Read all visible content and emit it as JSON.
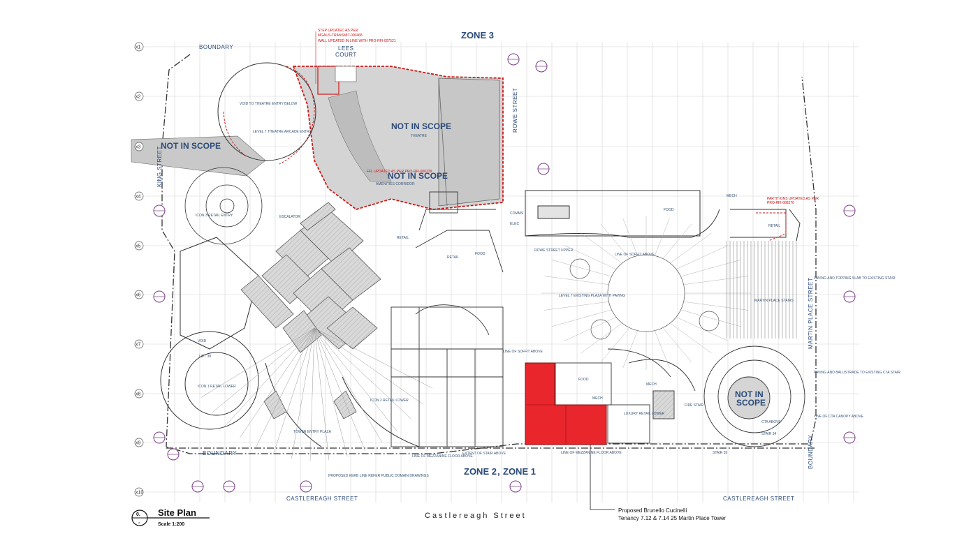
{
  "title_block": {
    "number": "0.",
    "dash": "-",
    "title": "Site Plan",
    "scale": "Scale 1:200"
  },
  "zones": {
    "zone3": "ZONE 3",
    "zone2": "ZONE 2",
    "sep": ",",
    "zone1": "ZONE 1"
  },
  "not_in_scope": "NOT IN SCOPE",
  "not_in": "NOT IN",
  "scope": "SCOPE",
  "streets": {
    "king": "KING STREET",
    "rowe": "ROWE STREET",
    "martin": "MARTIN PLACE STREET",
    "castlereagh_left": "CASTLEREAGH STREET",
    "castlereagh_right": "CASTLEREAGH STREET",
    "castlereagh_big": "Castlereagh Street",
    "lees_court_1": "LEES",
    "lees_court_2": "COURT"
  },
  "boundary": "BOUNDARY",
  "grid_labels": [
    "x1",
    "x2",
    "x3",
    "x4",
    "x5",
    "x6",
    "x7",
    "x8",
    "x9",
    "x10"
  ],
  "red_notes": {
    "step": "STEP UPDATED AS PER",
    "step2": "MGAUS-TRANSMIT-000468",
    "wall": "WALL UPDATED IN LINE WITH PRO-RFI-007521",
    "ffl": "FFL UPDATED AS PER PRO-RFI-006239",
    "partitions": "PARTITIONS UPDATED AS PER",
    "partitions2": "PRO-RFI-008270"
  },
  "rooms": {
    "theatre": "THEATRE",
    "void_theatre": "VOID TO THEATRE ENTRY BELOW",
    "amenities_corridor": "AMENITIES CORRIDOR",
    "level7_theatre": "LEVEL 7 THEATRE ARCADE ENTRY",
    "escalator": "ESCALATOR",
    "icon3": "ICON 3 RETAIL ENTRY",
    "icon1": "ICON 1 RETAIL LOWER",
    "icon2": "ICON 2 RETAIL LOWER",
    "void": "VOID",
    "lift38": "LIFT 38",
    "retail": "RETAIL",
    "food": "FOOD",
    "mech": "MECH",
    "comms": "COMMS",
    "elec": "ELEC",
    "level7_plaza": "LEVEL 7 EXISTING PLAZA WITH PAVING",
    "line_soffit": "LINE OF SOFFIT ABOVE",
    "line_mezz": "LINE OF MEZZANINE FLOOR ABOVE",
    "extent_stair": "EXTENT OF STAIR ABOVE",
    "cta_above": "CTA ABOVE",
    "paving_top": "PAVING AND TOPPING SLAB TO EXISTING STAIR",
    "paving_balu": "PAVING AND BALUSTRADE TO EXISTING CTA STAIR",
    "line_cta": "LINE OF CTA CANOPY ABOVE",
    "tower_entry": "TOWER ENTRY PLAZA",
    "luxury": "LUXURY RETAIL LOWER",
    "martin_stairs": "MARTIN PLACE STAIRS",
    "proposed_kerb": "PROPOSED KERB LINE REFER PUBLIC DOMAIN DRAWINGS",
    "rowe_upper": "ROWE STREET UPPER",
    "fire_stair": "FIRE STAIR",
    "stair34": "STAIR 34",
    "stair35": "STAIR 35"
  },
  "proposal": {
    "line1": "Proposed Brunello Cucinelli",
    "line2": "Tenancy 7.12 & 7.14  25 Martin Place Tower"
  },
  "colors": {
    "highlight": "#e8262c",
    "scope_red": "#cc1a1a",
    "line_dark": "#333333",
    "grid": "#cfcfcf",
    "hatch": "#9a9a9a",
    "text_blue": "#2b4a78",
    "section_mark": "#7a3b86"
  }
}
